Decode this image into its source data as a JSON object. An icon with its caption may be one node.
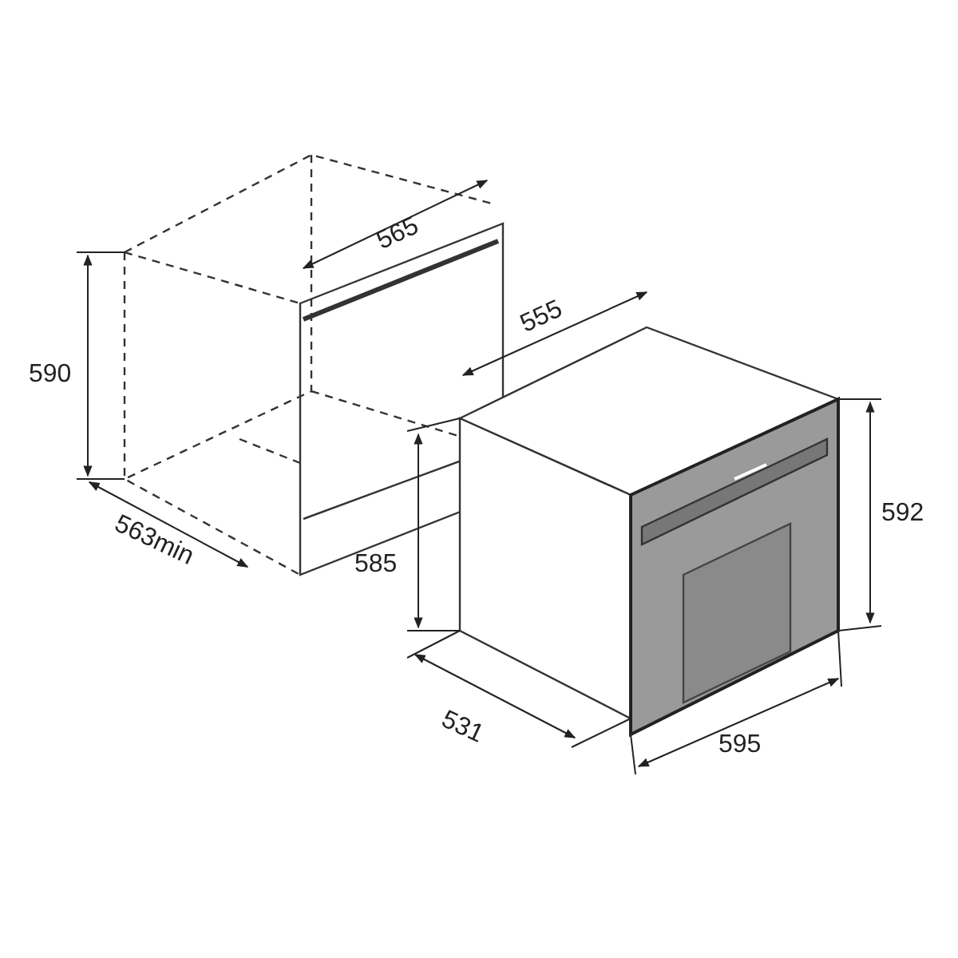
{
  "diagram": {
    "labels": [
      "565",
      "555",
      "590",
      "592",
      "563min",
      "585",
      "531",
      "595"
    ]
  }
}
